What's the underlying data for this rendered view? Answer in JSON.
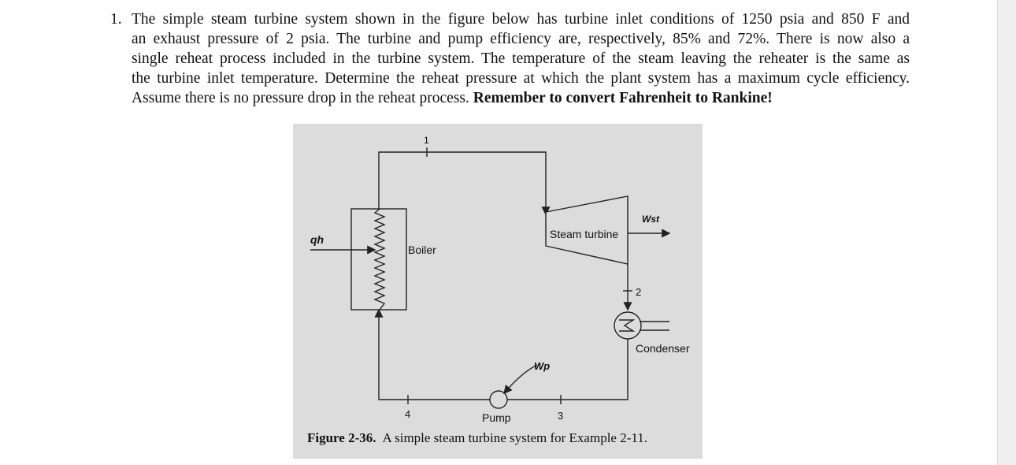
{
  "problem": {
    "number": "1.",
    "lines": [
      "The simple steam turbine system shown in the figure below has turbine inlet conditions of 1250 psia and 850 F and",
      "an exhaust pressure of 2 psia. The turbine and pump efficiency are, respectively, 85% and 72%. There is now also a",
      "single reheat process included in the turbine system. The temperature of the steam leaving the reheater is the same as",
      "the turbine inlet temperature. Determine the reheat pressure at which the plant system has a maximum cycle efficiency."
    ],
    "last_line_plain": "Assume there is no pressure drop in the reheat process. ",
    "last_line_bold": "Remember to convert Fahrenheit to Rankine!"
  },
  "figure": {
    "labels": {
      "state_1": "1",
      "state_2": "2",
      "state_3": "3",
      "state_4": "4",
      "heat_in": "qh",
      "boiler": "Boiler",
      "turbine": "Steam turbine",
      "turbine_work": "Wst",
      "condenser": "Condenser",
      "pump_work": "Wp",
      "pump": "Pump"
    },
    "caption_label": "Figure 2-36.",
    "caption_text": "A simple steam turbine system for Example 2-11."
  }
}
